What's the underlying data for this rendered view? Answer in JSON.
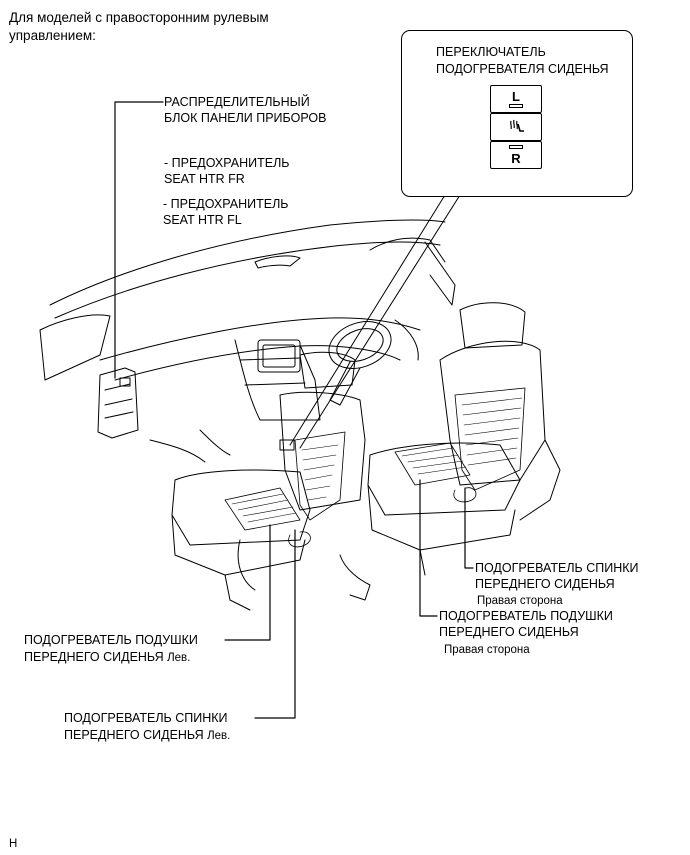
{
  "header": {
    "line1": "Для моделей с правосторонним рулевым",
    "line2": "управлением:"
  },
  "switch_callout": {
    "label_line1": "ПЕРЕКЛЮЧАТЕЛЬ",
    "label_line2": "ПОДОГРЕВАТЕЛЯ СИДЕНЬЯ",
    "btn_left": "L",
    "btn_right": "R",
    "heat_icon": "seat-heater-icon"
  },
  "junction_block": {
    "line1": "РАСПРЕДЕЛИТЕЛЬНЫЙ",
    "line2": "БЛОК ПАНЕЛИ ПРИБОРОВ",
    "fuse1_line1": "- ПРЕДОХРАНИТЕЛЬ",
    "fuse1_line2": "SEAT HTR FR",
    "fuse2_line1": "- ПРЕДОХРАНИТЕЛЬ",
    "fuse2_line2": "SEAT HTR FL"
  },
  "right_back_heater": {
    "line1": "ПОДОГРЕВАТЕЛЬ СПИНКИ",
    "line2": "ПЕРЕДНЕГО СИДЕНЬЯ",
    "side": "Правая сторона"
  },
  "right_cushion_heater": {
    "line1": "ПОДОГРЕВАТЕЛЬ ПОДУШКИ",
    "line2": "ПЕРЕДНЕГО СИДЕНЬЯ",
    "side": "Правая сторона"
  },
  "left_cushion_heater": {
    "line1": "ПОДОГРЕВАТЕЛЬ ПОДУШКИ",
    "line2": "ПЕРЕДНЕГО СИДЕНЬЯ",
    "side": "Лев."
  },
  "left_back_heater": {
    "line1": "ПОДОГРЕВАТЕЛЬ СПИНКИ",
    "line2": "ПЕРЕДНЕГО СИДЕНЬЯ",
    "side": "Лев."
  },
  "footer": {
    "code": "H"
  }
}
